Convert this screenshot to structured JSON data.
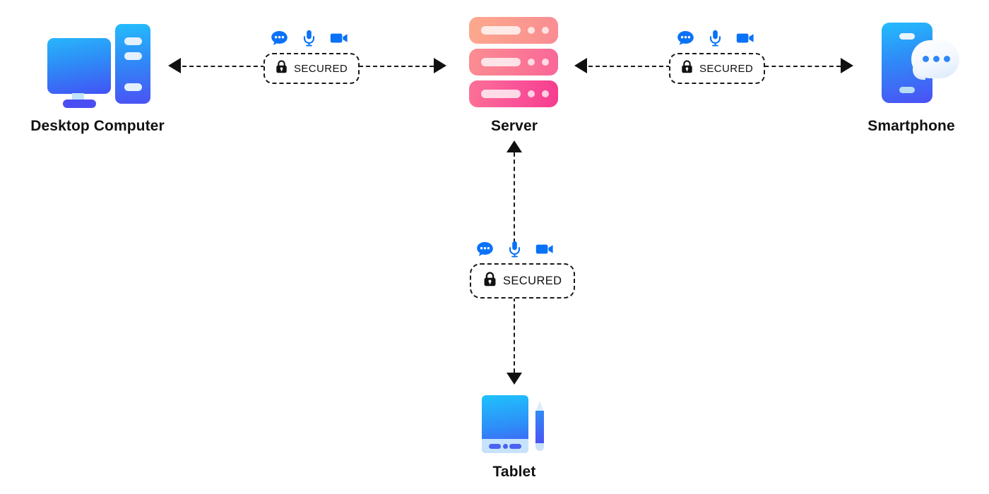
{
  "diagram": {
    "title": "Secured multi-device communication with server",
    "background": "#ffffff",
    "accent_blue": "#0a72f7",
    "line_color": "#1a1a1a"
  },
  "nodes": [
    {
      "id": "desktop",
      "label": "Desktop Computer",
      "icon": "desktop-computer-icon"
    },
    {
      "id": "server",
      "label": "Server",
      "icon": "server-rack-icon"
    },
    {
      "id": "smartphone",
      "label": "Smartphone",
      "icon": "smartphone-icon"
    },
    {
      "id": "tablet",
      "label": "Tablet",
      "icon": "tablet-icon"
    }
  ],
  "connections": [
    {
      "id": "desktop-server",
      "from": "desktop",
      "to": "server",
      "direction": "bidirectional",
      "badge_label": "SECURED",
      "badge_icon": "lock-icon",
      "media_icons": [
        "chat-bubble-icon",
        "microphone-icon",
        "video-camera-icon"
      ]
    },
    {
      "id": "server-smartphone",
      "from": "server",
      "to": "smartphone",
      "direction": "bidirectional",
      "badge_label": "SECURED",
      "badge_icon": "lock-icon",
      "media_icons": [
        "chat-bubble-icon",
        "microphone-icon",
        "video-camera-icon"
      ]
    },
    {
      "id": "tablet-server",
      "from": "tablet",
      "to": "server",
      "direction": "bidirectional",
      "badge_label": "SECURED",
      "badge_icon": "lock-icon",
      "media_icons": [
        "chat-bubble-icon",
        "microphone-icon",
        "video-camera-icon"
      ]
    }
  ]
}
